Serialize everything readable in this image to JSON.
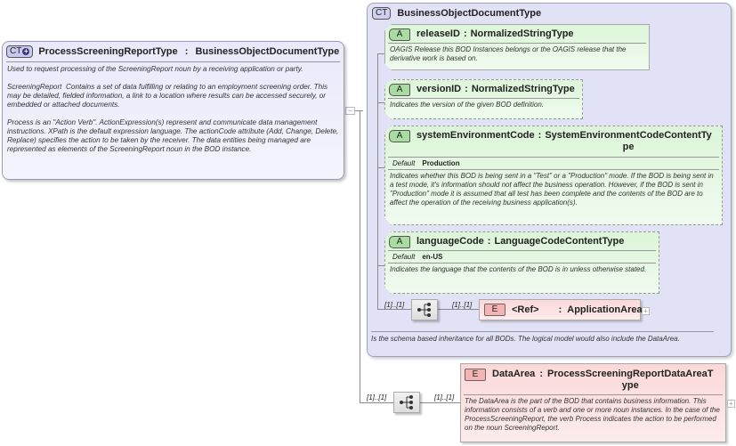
{
  "main_type": {
    "badge": "CT",
    "name": "ProcessScreeningReportType",
    "base": "BusinessObjectDocumentType",
    "documentation": "Used to request processing of the ScreeningReport noun by a receiving application or party.\n\nScreeningReport  Contains a set of data fulfilling or relating to an employment screening order. This may be detailed, fielded information, a link to a location where results can be accessed securely, or embedded or attached documents.\n\nProcess is an \"Action Verb\". ActionExpression(s) represent and communicate data management\ninstructions. XPath is the default expression language. The actionCode attribute (Add, Change, Delete,\nReplace) specifies the action to be taken by the receiver. The data entities being managed are represented as elements of the ScreeningReport noun in the BOD instance."
  },
  "base_type": {
    "badge": "CT",
    "name": "BusinessObjectDocumentType",
    "documentation": "Is the schema based inheritance for all BODs. The logical model would also include the DataArea.",
    "attributes": [
      {
        "badge": "A",
        "name": "releaseID",
        "type": "NormalizedStringType",
        "required": true,
        "documentation": "OAGIS Release this BOD Instances belongs or the OAGIS release that the derivative work is based on."
      },
      {
        "badge": "A",
        "name": "versionID",
        "type": "NormalizedStringType",
        "required": false,
        "documentation": "Indicates the version of the given BOD definition."
      },
      {
        "badge": "A",
        "name": "systemEnvironmentCode",
        "type_line1": "SystemEnvironmentCodeContentTy",
        "type_line2": "pe",
        "required": false,
        "default_label": "Default",
        "default_value": "Production",
        "documentation": "Indicates whether this BOD is being sent in a \"Test\" or a \"Production\" mode. If the BOD is being sent in a test mode, it's information should not affect the business operation. However, if the BOD is sent in \"Production\" mode it is assumed that all test has been complete and the contents of the BOD are to affect the operation of the receiving business application(s)."
      },
      {
        "badge": "A",
        "name": "languageCode",
        "type": "LanguageCodeContentType",
        "required": false,
        "default_label": "Default",
        "default_value": "en-US",
        "documentation": "Indicates the language that the contents of the BOD is in unless otherwise stated."
      }
    ],
    "sequence": {
      "multiplicity": "[1]..[1]",
      "element": {
        "badge": "E",
        "multiplicity": "[1]..[1]",
        "name": "<Ref>",
        "type": "ApplicationArea",
        "expand": "+"
      }
    }
  },
  "extension_sequence": {
    "multiplicity": "[1]..[1]",
    "element": {
      "badge": "E",
      "multiplicity": "[1]..[1]",
      "name": "DataArea",
      "type_line1": "ProcessScreeningReportDataAreaT",
      "type_line2": "ype",
      "expand": "+",
      "documentation": "The DataArea is the part of the BOD that contains business information. This information consists of a verb and one or more noun instances. In the case of the ProcessScreeningReport, the verb Process indicates the action to be performed on the noun ScreeningReport."
    }
  },
  "connector": {
    "collapse": "−"
  },
  "colors": {
    "complex_type_bg": "#e9e9fb",
    "attribute_bg": "#dcf5d8",
    "element_bg": "#fbd8d8",
    "compositor_bg": "#e8e8e8"
  }
}
